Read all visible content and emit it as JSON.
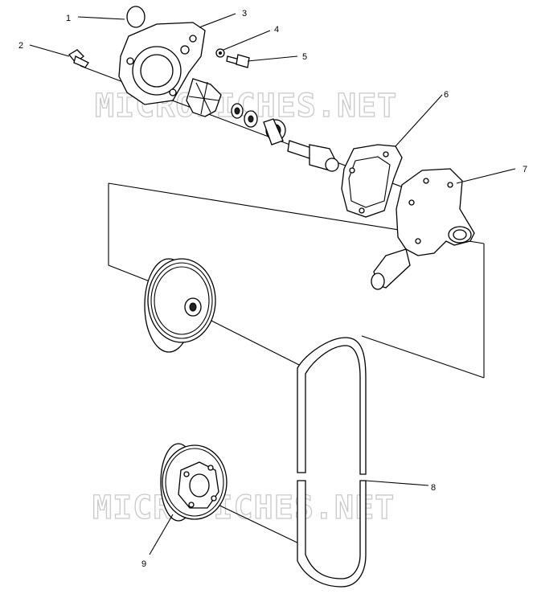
{
  "watermark": {
    "text": "MICROFICHES.NET"
  },
  "callouts": [
    {
      "id": "1",
      "label": "1"
    },
    {
      "id": "2",
      "label": "2"
    },
    {
      "id": "3",
      "label": "3"
    },
    {
      "id": "4",
      "label": "4"
    },
    {
      "id": "5",
      "label": "5"
    },
    {
      "id": "6",
      "label": "6"
    },
    {
      "id": "7",
      "label": "7"
    },
    {
      "id": "8",
      "label": "8"
    },
    {
      "id": "9",
      "label": "9"
    }
  ],
  "colors": {
    "line": "#000000",
    "watermark": "#c9c9c9",
    "background": "#ffffff"
  }
}
